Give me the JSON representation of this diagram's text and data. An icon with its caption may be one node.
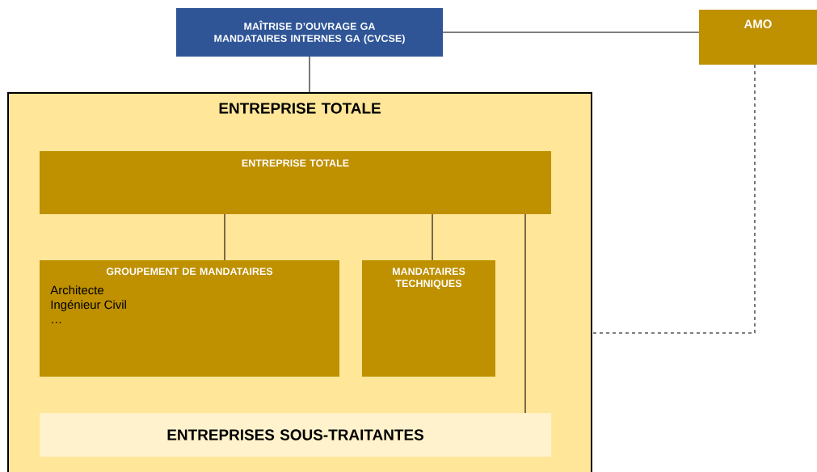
{
  "diagram": {
    "nodes": [
      {
        "text": [
          "MAÎTRISE D’OUVRAGE GA MANDATAIRES INTERNES GA (CVCSE)"
        ]
      },
      {
        "text": [
          "AMO"
        ]
      },
      {
        "text": [
          "ENTREPRISE TOTALE"
        ]
      },
      {
        "text": [
          "ENTREPRISE TOTALE"
        ],
        "in": 2
      },
      {
        "text": [
          "GROUPEMENT DE MANDATAIRES",
          "Architecte",
          "Ingénieur Civil",
          "…"
        ],
        "in": 2
      },
      {
        "text": [
          "MANDATAIRES TECHNIQUES"
        ],
        "in": 2
      },
      {
        "text": [
          "ENTREPRISES SOUS-TRAITANTES"
        ],
        "in": 2
      }
    ],
    "edges": [
      {
        "from": 0,
        "to": 1,
        "arrow": "none"
      },
      {
        "from": 0,
        "to": 2,
        "arrow": "none"
      },
      {
        "from": 3,
        "to": 4,
        "arrow": "none"
      },
      {
        "from": 3,
        "to": 5,
        "arrow": "none"
      },
      {
        "from": 3,
        "to": 6,
        "arrow": "none"
      },
      {
        "from": 1,
        "to": 2,
        "arrow": "none",
        "style": "dashed"
      }
    ]
  }
}
